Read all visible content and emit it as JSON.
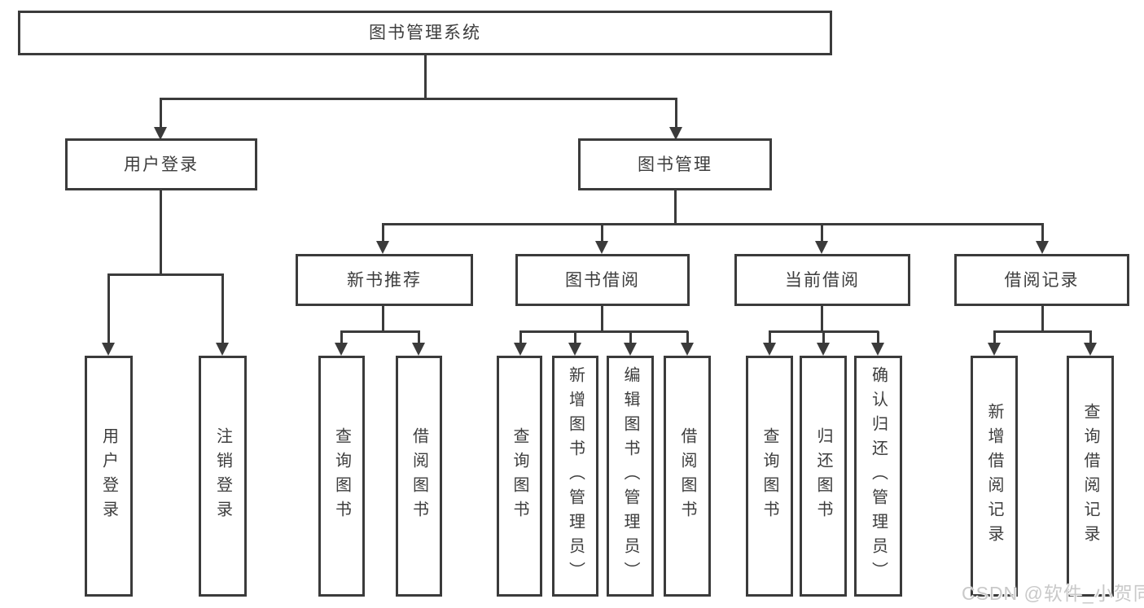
{
  "tree": {
    "root": "图书管理系统",
    "branches": [
      {
        "label": "用户登录",
        "children": [
          "用户登录",
          "注销登录"
        ]
      },
      {
        "label": "图书管理",
        "groups": [
          {
            "label": "新书推荐",
            "children": [
              "查询图书",
              "借阅图书"
            ]
          },
          {
            "label": "图书借阅",
            "children": [
              "查询图书",
              "新增图书（管理员）",
              "编辑图书（管理员）",
              "借阅图书"
            ]
          },
          {
            "label": "当前借阅",
            "children": [
              "查询图书",
              "归还图书",
              "确认归还（管理员）"
            ]
          },
          {
            "label": "借阅记录",
            "children": [
              "新增借阅记录",
              "查询借阅记录"
            ]
          }
        ]
      }
    ]
  },
  "watermark": "CSDN @软件_小贺同学",
  "colors": {
    "line": "#3b3b3b",
    "text": "#3d3d3d",
    "background": "#ffffff",
    "watermark": "#c9c9c9"
  }
}
